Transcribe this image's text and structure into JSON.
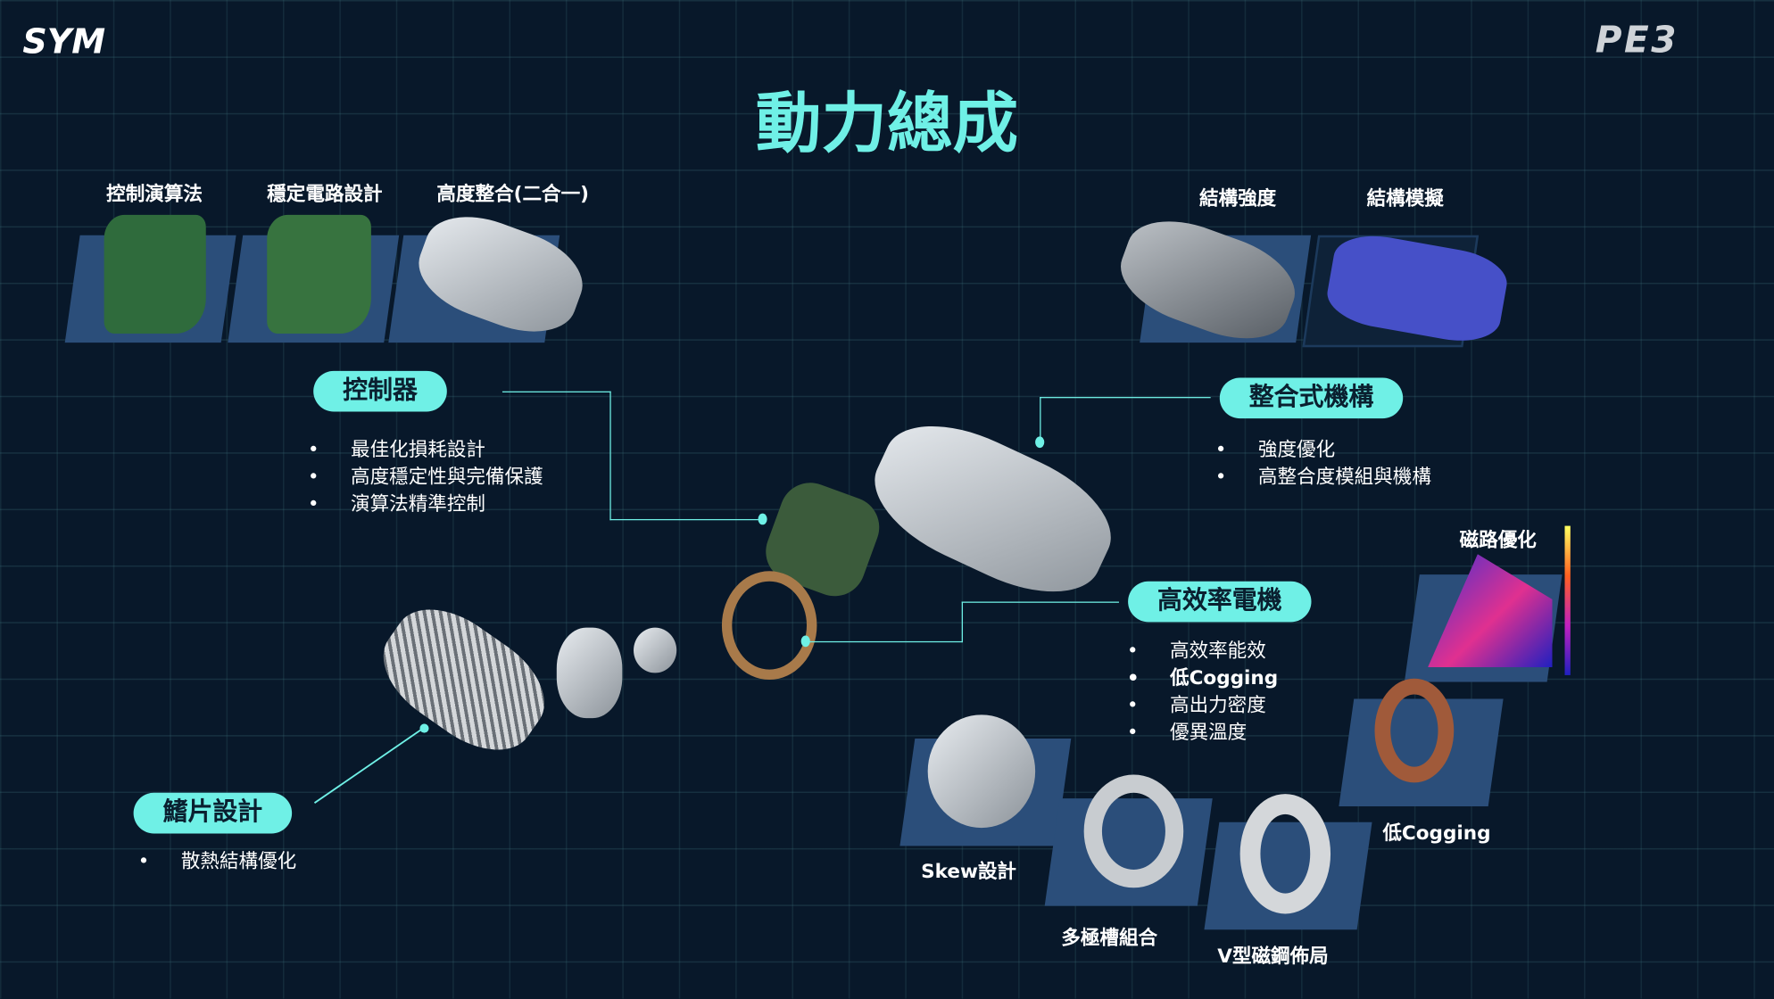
{
  "brand": {
    "logo": "SYM",
    "model_logo": "PE3"
  },
  "title": "動力總成",
  "top_left_labels": [
    "控制演算法",
    "穩定電路設計",
    "高度整合(二合一)"
  ],
  "top_right_labels": [
    "結構強度",
    "結構模擬"
  ],
  "controller": {
    "label": "控制器",
    "bullets": [
      "最佳化損耗設計",
      "高度穩定性與完備保護",
      "演算法精準控制"
    ]
  },
  "mechanism": {
    "label": "整合式機構",
    "bullets": [
      "強度優化",
      "高整合度模組與機構"
    ]
  },
  "motor": {
    "label": "高效率電機",
    "bullets": [
      "高效率能效",
      "低Cogging",
      "高出力密度",
      "優異溫度"
    ]
  },
  "fin": {
    "label": "鰭片設計",
    "bullets": [
      "散熱結構優化"
    ]
  },
  "motor_parts": {
    "magnetic": "磁路優化",
    "skew": "Skew設計",
    "multi_slot": "多極槽組合",
    "v_magnet": "V型磁鋼佈局",
    "low_cogging": "低Cogging"
  },
  "colors": {
    "accent": "#6ff0e6",
    "background": "#08182a",
    "panel": "#2b4e7a"
  }
}
